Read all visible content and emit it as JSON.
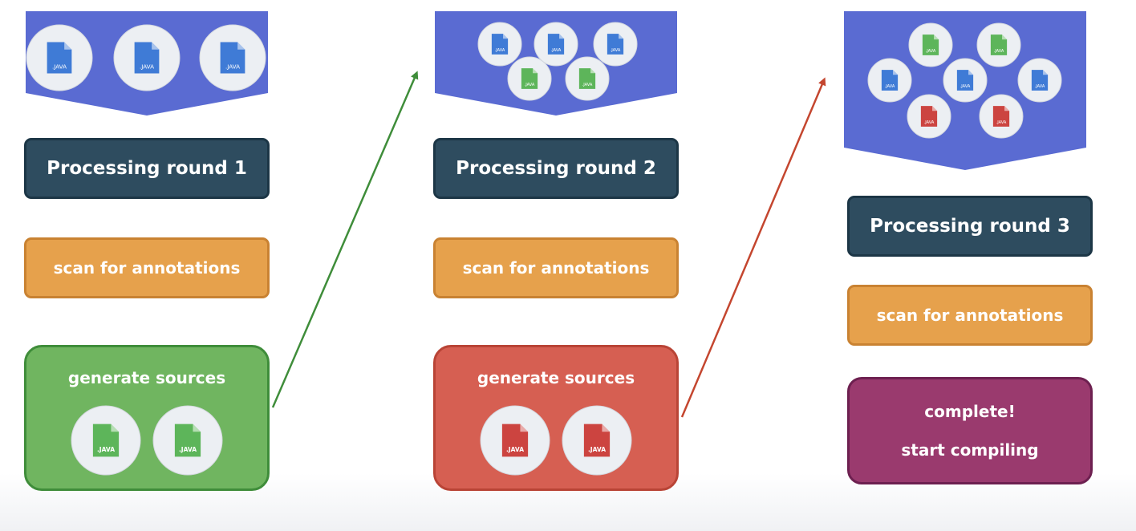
{
  "colors": {
    "banner": "#5a6bd2",
    "java_blue": "#3f7bd6",
    "java_green": "#5db55a",
    "java_red": "#cc4440",
    "arrow_green": "#3f8d3a",
    "arrow_red": "#c4462f"
  },
  "file_icon": {
    "name": "java-file-icon",
    "ext": ".JAVA"
  },
  "rounds": [
    {
      "label": "Processing round 1",
      "scan_label": "scan for annotations",
      "input_files": [
        "blue",
        "blue",
        "blue"
      ],
      "generate": {
        "label": "generate sources",
        "color": "green",
        "files": [
          "green",
          "green"
        ]
      }
    },
    {
      "label": "Processing round 2",
      "scan_label": "scan for annotations",
      "input_files": [
        "blue",
        "blue",
        "blue",
        "green",
        "green"
      ],
      "generate": {
        "label": "generate sources",
        "color": "red",
        "files": [
          "red",
          "red"
        ]
      }
    },
    {
      "label": "Processing round 3",
      "scan_label": "scan for annotations",
      "input_files": [
        "green",
        "green",
        "blue",
        "blue",
        "blue",
        "red",
        "red"
      ],
      "complete": {
        "line1": "complete!",
        "line2": "start compiling"
      }
    }
  ]
}
